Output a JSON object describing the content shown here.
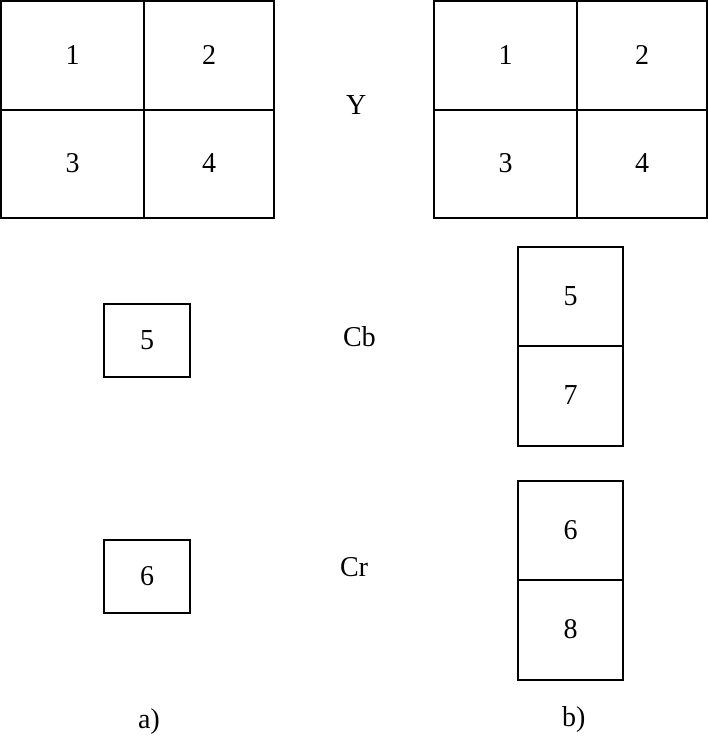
{
  "component_labels": {
    "y": "Y",
    "cb": "Cb",
    "cr": "Cr"
  },
  "panel_a": {
    "caption": "a)",
    "y_blocks": [
      "1",
      "2",
      "3",
      "4"
    ],
    "cb_blocks": [
      "5"
    ],
    "cr_blocks": [
      "6"
    ]
  },
  "panel_b": {
    "caption": "b)",
    "y_blocks": [
      "1",
      "2",
      "3",
      "4"
    ],
    "cb_blocks": [
      "5",
      "7"
    ],
    "cr_blocks": [
      "6",
      "8"
    ]
  }
}
